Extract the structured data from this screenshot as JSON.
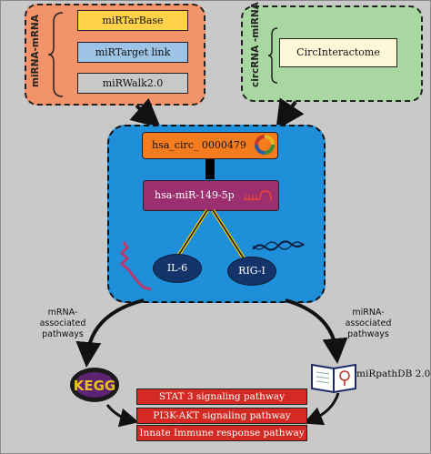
{
  "mirna_mrna_panel": {
    "label": "miRNA-mRNA",
    "databases": [
      {
        "name": "miRTarBase",
        "color": "#ffd24a"
      },
      {
        "name": "miRTarget link",
        "color": "#9dc3e6"
      },
      {
        "name": "miRWalk2.0",
        "color": "#c8c8c8"
      }
    ]
  },
  "circrna_mirna_panel": {
    "label": "circRNA -miRNA",
    "database": "CircInteractome"
  },
  "network": {
    "circrna": "hsa_circ_ 0000479",
    "mirna": "hsa-miR-149-5p",
    "targets": [
      "IL-6",
      "RIG-I"
    ]
  },
  "pathway_labels": {
    "mrna": "mRNA-\nassociated\npathways",
    "mirna": "miRNA-\nassociated\npathways"
  },
  "tools": {
    "kegg_logo_text": "KEGG",
    "mirpath": "miRpathDB 2.0"
  },
  "pathways": [
    "STAT 3 signaling pathway",
    "PI3K-AKT signaling pathway",
    "Innate Immune response pathway"
  ],
  "colors": {
    "background": "#c9c9c9",
    "mirna_mrna_panel": "#f3936a",
    "circrna_mirna_panel": "#a9d7a1",
    "network_panel": "#1e8fd8",
    "circrna_node": "#f47c1f",
    "mirna_node": "#9c2f6f",
    "target_node": "#15356a",
    "pathway_box": "#d42a23"
  }
}
